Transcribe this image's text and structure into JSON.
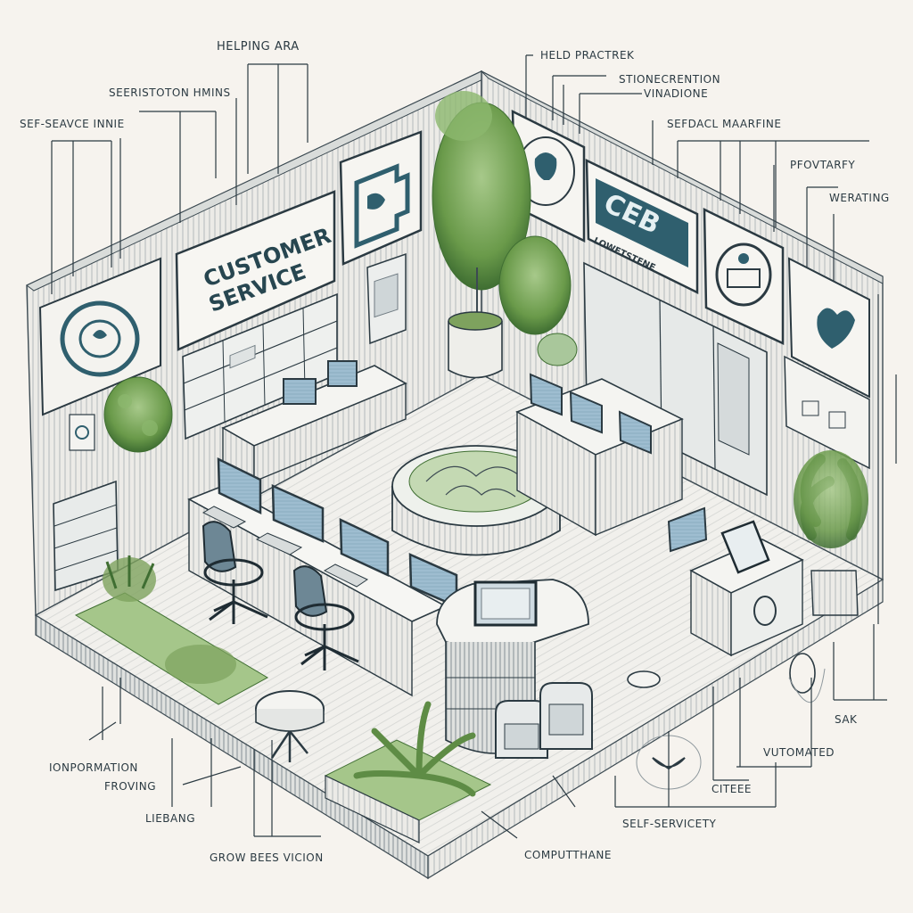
{
  "diagram": {
    "title": "Customer Service Area - Isometric Sketch",
    "style": "pencil architectural sketch with ink annotation leaders",
    "colors": {
      "paper": "#f6f3ee",
      "ink": "#2b3a42",
      "line": "#3c4a52",
      "teal": "#2f5f6e",
      "screen": "#8fb3c8",
      "plant": "#6a9a4a",
      "plant_dark": "#3f6e32",
      "wall": "#e9e9e6",
      "floor": "#f1f0ec"
    }
  },
  "labels": {
    "helping_area": "HELPING ARA",
    "seeristoton": "SEERISTOTON HMINS",
    "self_service_left": "SEF-SEAVCE INNIE",
    "held_practrek": "HELD PRACTREK",
    "stionecrention": "STIONECRENTION",
    "vinadione": "VINADIONE",
    "sefdacl": "SEFDACL MAARFINE",
    "provtarfy": "PFOVTARFY",
    "verating": "WERATING",
    "information": "IONPORMATION",
    "froving": "FROVING",
    "liebang": "LIEBANG",
    "grow_bees": "GROW BEES VICION",
    "saki": "SAK",
    "automated": "VUTOMATED",
    "citeee": "CITEEE",
    "self_servicety": "SELF-SERVICETY",
    "computhane": "COMPUTTHANE"
  },
  "signs": {
    "customer_service_line1": "CUSTOMER",
    "customer_service_line2": "SERVICE",
    "ceb_logo": "CEB",
    "ceb_sub": "LOWETSTENE"
  },
  "objects": {
    "workstations": 4,
    "office_chairs": 2,
    "kiosks": 2,
    "atm_machines": 2,
    "circular_planter": 1,
    "potted_trees": 3
  }
}
